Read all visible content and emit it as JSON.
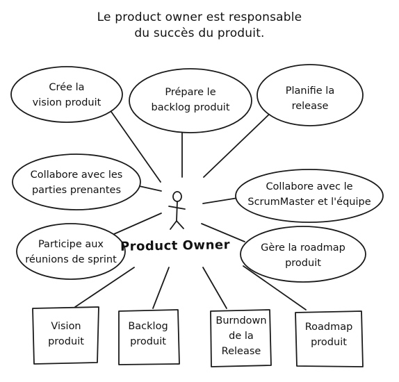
{
  "title": {
    "line1": "Le product owner est responsable",
    "line2": "du succès du produit."
  },
  "center": {
    "label": "Product Owner"
  },
  "bubbles": [
    {
      "line1": "Crée la",
      "line2": "vision produit"
    },
    {
      "line1": "Prépare le",
      "line2": "backlog produit"
    },
    {
      "line1": "Planifie la",
      "line2": "release"
    },
    {
      "line1": "Collabore avec les",
      "line2": "parties prenantes"
    },
    {
      "line1": "Collabore avec le",
      "line2": "ScrumMaster et l'équipe"
    },
    {
      "line1": "Participe aux",
      "line2": "réunions de sprint"
    },
    {
      "line1": "Gère la roadmap",
      "line2": "produit"
    }
  ],
  "boxes": [
    {
      "lines": [
        "Vision",
        "produit"
      ]
    },
    {
      "lines": [
        "Backlog",
        "produit"
      ]
    },
    {
      "lines": [
        "Burndown",
        "de la",
        "Release"
      ]
    },
    {
      "lines": [
        "Roadmap",
        "produit"
      ]
    }
  ]
}
